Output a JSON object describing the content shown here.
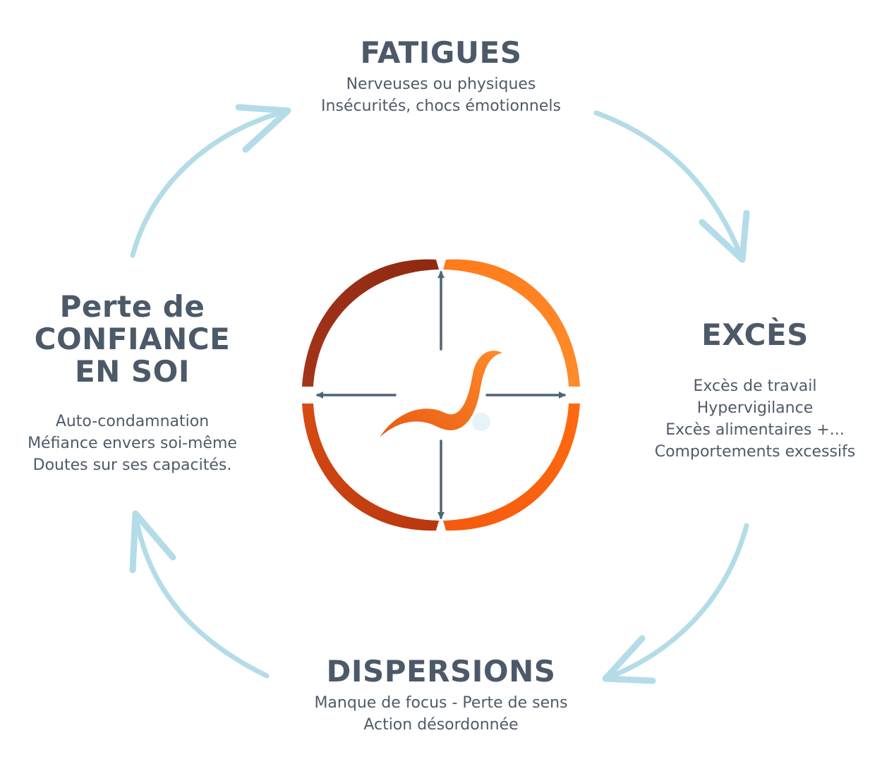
{
  "nodes": {
    "top": {
      "title": "FATIGUES",
      "lines": [
        "Nerveuses ou physiques",
        "Insécurités, chocs émotionnels"
      ]
    },
    "right": {
      "title": "EXCÈS",
      "lines": [
        "Excès de travail",
        "Hypervigilance",
        "Excès alimentaires +...",
        "Comportements excessifs"
      ]
    },
    "bottom": {
      "title": "DISPERSIONS",
      "lines": [
        "Manque de focus -  Perte de sens",
        "Action désordonnée"
      ]
    },
    "left": {
      "title_lines": [
        "Perte de",
        "CONFIANCE",
        "EN SOI"
      ],
      "lines": [
        "Auto-condamnation",
        "Méfiance envers soi-même",
        "Doutes sur ses capacités."
      ]
    }
  },
  "colors": {
    "heading": "#4c5968",
    "body_text": "#4f5b68",
    "cycle_arrow": "#b3dce8",
    "axis_arrow": "#4f6478",
    "ring_dark": "#8f2c13",
    "ring_mid": "#cf4512",
    "ring_light": "#ff7d1c",
    "dot": "#e6f3f8"
  },
  "icons": [
    "cycle-arrow-icon",
    "compass-ring-icon",
    "axis-arrow-icon",
    "wave-logo-icon"
  ]
}
